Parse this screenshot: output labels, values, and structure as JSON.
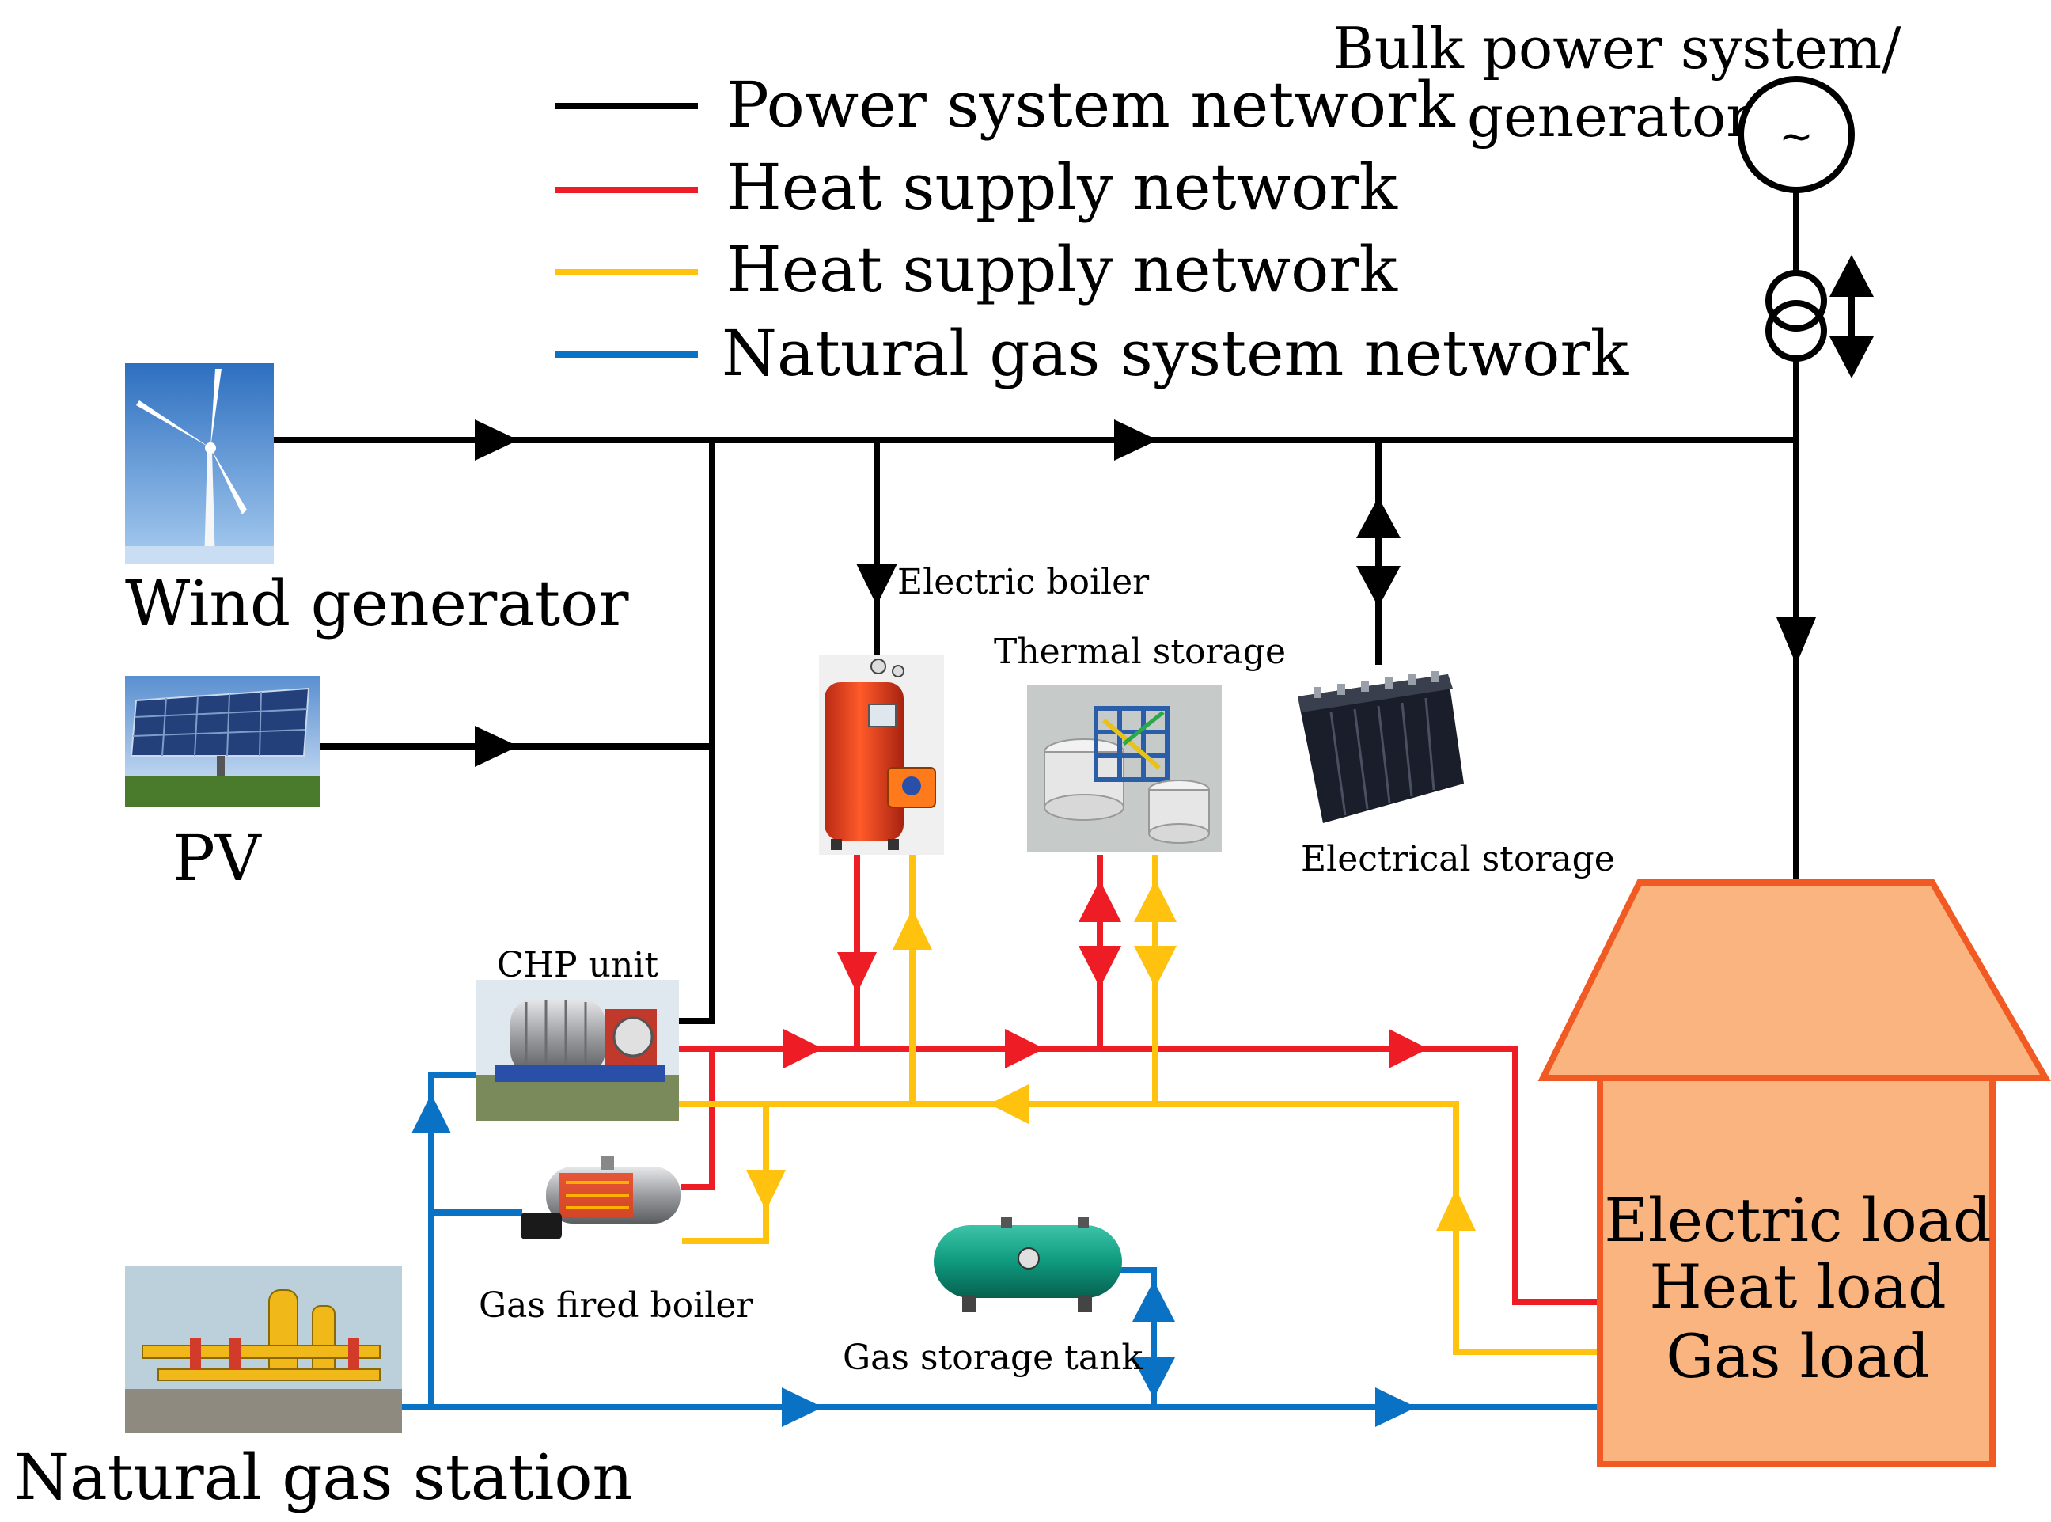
{
  "legend": [
    {
      "label": "Power system network",
      "color": "#000000"
    },
    {
      "label": "Heat supply network",
      "color": "#ee1c24"
    },
    {
      "label": "Heat supply network",
      "color": "#ffc20e"
    },
    {
      "label": "Natural gas system network",
      "color": "#0a72c4"
    }
  ],
  "labels": {
    "bulk_line1": "Bulk power system/",
    "bulk_line2": "generator",
    "generator_symbol": "~",
    "wind": "Wind generator",
    "pv": "PV",
    "electric_boiler": "Electric boiler",
    "thermal_storage": "Thermal  storage",
    "electrical_storage": "Electrical storage",
    "chp": "CHP unit",
    "gas_boiler": "Gas fired boiler",
    "gas_tank": "Gas storage tank",
    "gas_station": "Natural gas station"
  },
  "load": {
    "line1": "Electric load",
    "line2": "Heat load",
    "line3": "Gas load",
    "fill": "#f9b47f",
    "stroke": "#f15a22"
  },
  "icons": {
    "wind": "wind-turbine-icon",
    "pv": "solar-panel-icon",
    "electric_boiler": "electric-boiler-icon",
    "thermal_storage": "thermal-storage-plant-icon",
    "battery": "battery-bank-icon",
    "chp": "chp-turbine-icon",
    "gas_boiler": "gas-boiler-icon",
    "gas_tank": "gas-tank-icon",
    "gas_station": "gas-station-icon",
    "generator": "generator-icon",
    "transformer": "transformer-icon"
  }
}
